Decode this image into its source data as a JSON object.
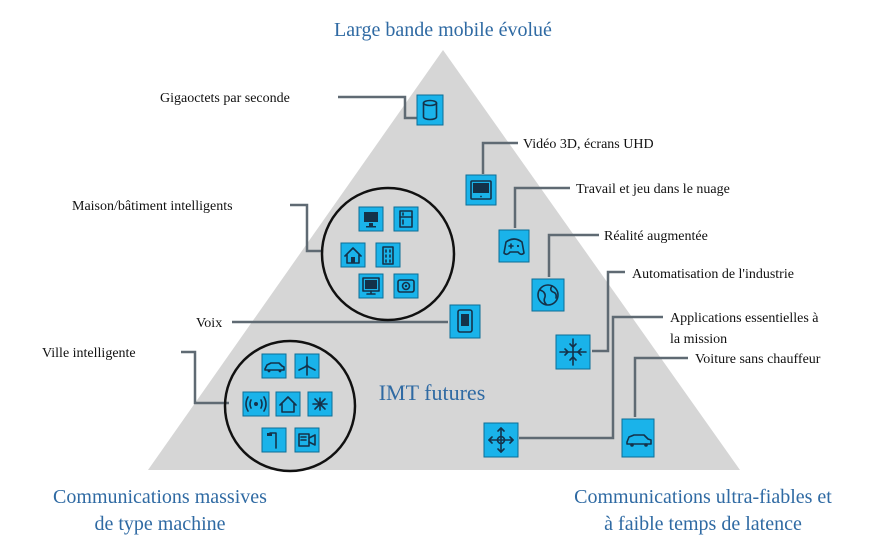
{
  "titles": {
    "top": "Large bande mobile évolué",
    "bottom_left_line1": "Communications massives",
    "bottom_left_line2": "de type machine",
    "bottom_right_line1": "Communications ultra-fiables et",
    "bottom_right_line2": "à faible temps de latence",
    "center": "IMT futures"
  },
  "labels": {
    "gigabytes": "Gigaoctets par seconde",
    "video3d": "Vidéo 3D, écrans UHD",
    "cloud_work": "Travail et jeu dans le nuage",
    "smart_home": "Maison/bâtiment intelligents",
    "augmented_reality": "Réalité augmentée",
    "industry_automation": "Automatisation de l'industrie",
    "voice": "Voix",
    "mission_critical_line1": "Applications essentielles à",
    "mission_critical_line2": "la mission",
    "smart_city": "Ville intelligente",
    "self_driving_car": "Voiture sans chauffeur"
  },
  "colors": {
    "pyramid": "#d6d6d6",
    "icon_fill": "#1ab3ea",
    "title_blue": "#2f6aa3",
    "connector": "#5f6a73"
  },
  "icons": [
    "database-icon",
    "monitor-icon",
    "gamepad-icon",
    "globe-icon",
    "compress-arrows-icon",
    "tablet-icon",
    "expand-arrows-icon",
    "car-icon",
    "desktop-icon",
    "fridge-icon",
    "home-icon",
    "building-icon",
    "tv-icon",
    "camera-icon",
    "car-icon",
    "wind-turbine-icon",
    "signal-icon",
    "home-icon",
    "drone-icon",
    "street-light-icon",
    "video-camera-icon"
  ]
}
